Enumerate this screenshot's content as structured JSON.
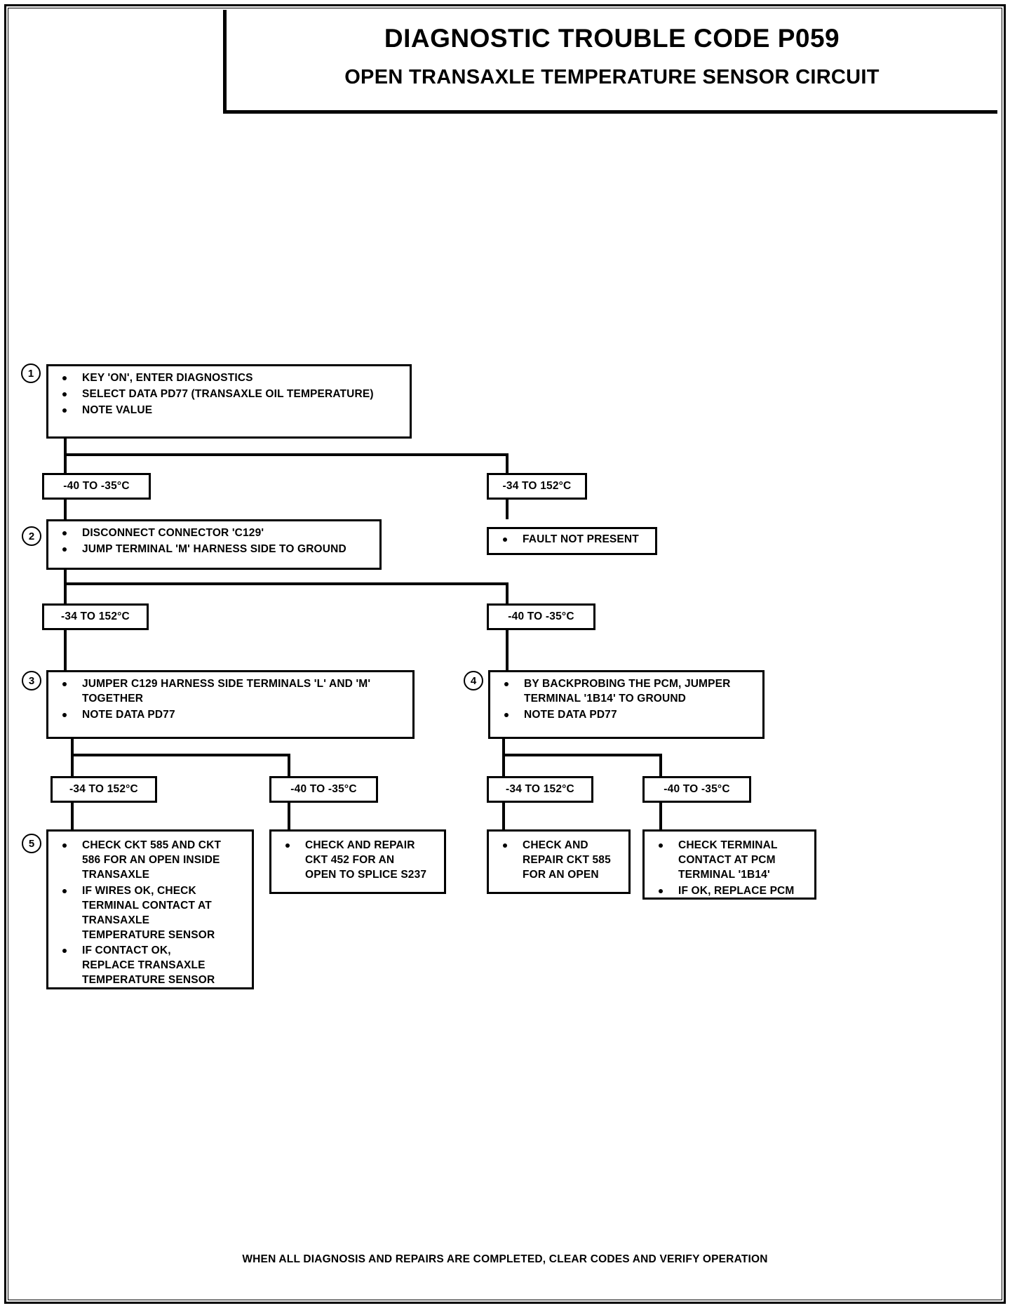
{
  "document": {
    "title_main": "DIAGNOSTIC TROUBLE CODE P059",
    "title_sub": "OPEN TRANSAXLE TEMPERATURE SENSOR CIRCUIT",
    "footer_note": "WHEN ALL DIAGNOSIS AND REPAIRS ARE COMPLETED, CLEAR CODES AND VERIFY OPERATION"
  },
  "flow": {
    "step1": {
      "number": "1",
      "bullets": [
        "KEY 'ON', ENTER DIAGNOSTICS",
        "SELECT DATA PD77 (TRANSAXLE  OIL TEMPERATURE)",
        "NOTE VALUE"
      ]
    },
    "range1_left": "-40 TO -35°C",
    "range1_right": "-34 TO 152°C",
    "step2": {
      "number": "2",
      "bullets": [
        "DISCONNECT CONNECTOR 'C129'",
        "JUMP TERMINAL 'M' HARNESS SIDE TO GROUND"
      ]
    },
    "fault_not_present": {
      "bullets": [
        "FAULT NOT PRESENT"
      ]
    },
    "range2_left": "-34 TO 152°C",
    "range2_right": "-40 TO -35°C",
    "step3": {
      "number": "3",
      "bullets": [
        "JUMPER C129 HARNESS SIDE TERMINALS 'L' AND 'M'\nTOGETHER",
        "NOTE DATA PD77"
      ]
    },
    "step4": {
      "number": "4",
      "bullets": [
        "BY BACKPROBING THE PCM, JUMPER\nTERMINAL '1B14' TO GROUND",
        "NOTE DATA PD77"
      ]
    },
    "range3_a": "-34 TO 152°C",
    "range3_b": "-40 TO -35°C",
    "range3_c": "-34 TO 152°C",
    "range3_d": "-40 TO -35°C",
    "step5": {
      "number": "5",
      "bullets": [
        "CHECK CKT 585 AND CKT\n586 FOR AN OPEN INSIDE\nTRANSAXLE",
        "IF WIRES OK, CHECK\nTERMINAL CONTACT AT\nTRANSAXLE\nTEMPERATURE SENSOR",
        "IF CONTACT OK,\nREPLACE TRANSAXLE\nTEMPERATURE SENSOR"
      ]
    },
    "action_b": {
      "bullets": [
        "CHECK AND REPAIR\nCKT 452 FOR AN\nOPEN TO SPLICE S237"
      ]
    },
    "action_c": {
      "bullets": [
        "CHECK AND\nREPAIR CKT 585\nFOR AN OPEN"
      ]
    },
    "action_d": {
      "bullets": [
        "CHECK TERMINAL\nCONTACT AT  PCM\nTERMINAL '1B14'",
        "IF OK, REPLACE PCM"
      ]
    }
  },
  "colors": {
    "ink": "#000000",
    "paper": "#ffffff"
  }
}
